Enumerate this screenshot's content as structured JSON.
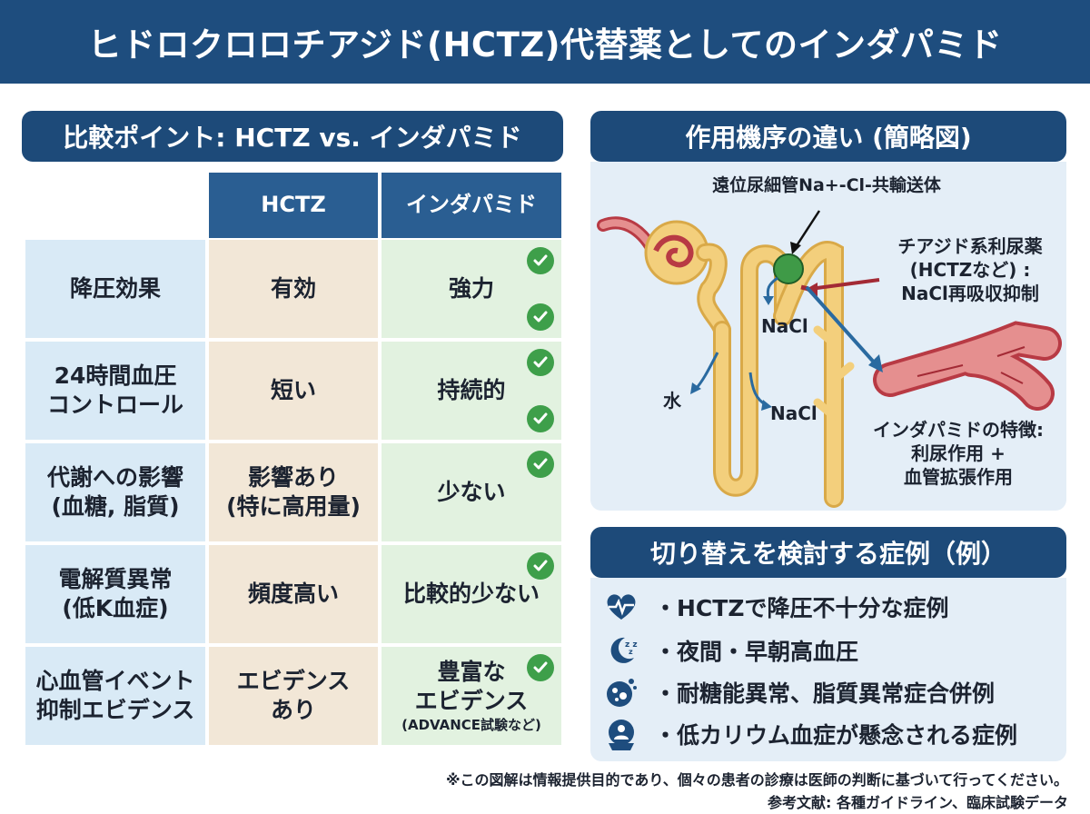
{
  "title": "ヒドロクロロチアジド(HCTZ)代替薬としてのインダパミド",
  "comparison": {
    "header": "比較ポイント: HCTZ vs. インダパミド",
    "col_hctz": "HCTZ",
    "col_inda": "インダパミド",
    "rows": [
      {
        "label": [
          "降圧効果"
        ],
        "hctz": [
          "有効"
        ],
        "inda": [
          "強力"
        ],
        "inda_note": ""
      },
      {
        "label": [
          "24時間血圧",
          "コントロール"
        ],
        "hctz": [
          "短い"
        ],
        "inda": [
          "持続的"
        ],
        "inda_note": ""
      },
      {
        "label": [
          "代謝への影響",
          "(血糖, 脂質)"
        ],
        "hctz": [
          "影響あり",
          "(特に高用量)"
        ],
        "inda": [
          "少ない"
        ],
        "inda_note": ""
      },
      {
        "label": [
          "電解質異常",
          "(低K血症)"
        ],
        "hctz": [
          "頻度高い"
        ],
        "inda": [
          "比較的少ない"
        ],
        "inda_note": ""
      },
      {
        "label": [
          "心血管イベント",
          "抑制エビデンス"
        ],
        "hctz": [
          "エビデンス",
          "あり"
        ],
        "inda": [
          "豊富な",
          "エビデンス"
        ],
        "inda_note": "(ADVANCE試験など)"
      }
    ]
  },
  "mechanism": {
    "header": "作用機序の違い (簡略図)",
    "cotransporter": "遠位尿細管Na+-Cl-共輸送体",
    "nacl_1": "NaCl",
    "nacl_2": "NaCl",
    "water": "水",
    "thiazide": [
      "チアジド系利尿薬",
      "(HCTZなど) :",
      "NaCl再吸収抑制"
    ],
    "indapamide": [
      "インダパミドの特徴:",
      "利尿作用 +",
      "血管拡張作用"
    ],
    "colors": {
      "tubule": "#f3cf7c",
      "tubule_edge": "#d9a948",
      "vessel": "#e58f8f",
      "vessel_dark": "#b83a44",
      "transporter": "#3f9a47",
      "arrow_blue": "#2a6aa0",
      "arrow_red": "#a32a35"
    }
  },
  "cases": {
    "header": "切り替えを検討する症例（例）",
    "items": [
      {
        "icon": "heart-pulse-icon",
        "text": "・HCTZで降圧不十分な症例"
      },
      {
        "icon": "moon-sleep-icon",
        "text": "・夜間・早朝高血圧"
      },
      {
        "icon": "lipid-droplet-icon",
        "text": "・耐糖能異常、脂質異常症合併例"
      },
      {
        "icon": "person-concern-icon",
        "text": "・低カリウム血症が懸念される症例"
      }
    ]
  },
  "footer": {
    "disclaimer": "※この図解は情報提供目的であり、個々の患者の診療は医師の判断に基づいて行ってください。",
    "references": "参考文献: 各種ガイドライン、臨床試験データ"
  },
  "colors": {
    "navy": "#1e4d7e",
    "check_green": "#3e9f4a",
    "label_bg": "#d9eaf6",
    "hctz_bg": "#f2e7d7",
    "inda_bg": "#e2f2e0"
  }
}
